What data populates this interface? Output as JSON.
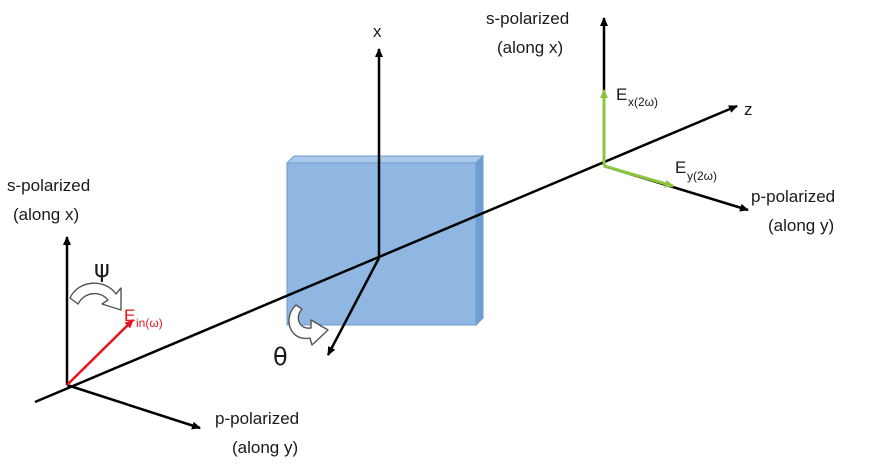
{
  "labels": {
    "x_axis": "x",
    "z_axis": "z",
    "left_s_line1": "s-polarized",
    "left_s_line2": "(along x)",
    "top_s_line1": "s-polarized",
    "top_s_line2": "(along x)",
    "bottom_p_line1": "p-polarized",
    "bottom_p_line2": "(along y)",
    "right_p_line1": "p-polarized",
    "right_p_line2": "(along y)",
    "psi": "ψ",
    "theta": "θ",
    "e_in": "E",
    "e_in_sub": "in(ω)",
    "e_x": "E",
    "e_x_sub": "x(2ω)",
    "e_y": "E",
    "e_y_sub": "y(2ω)"
  },
  "colors": {
    "axes": "#000000",
    "input_field": "#e8141c",
    "output_field": "#8cc63f",
    "crystal_face": "#8fb7e2",
    "crystal_edge": "#5b8fc9"
  }
}
